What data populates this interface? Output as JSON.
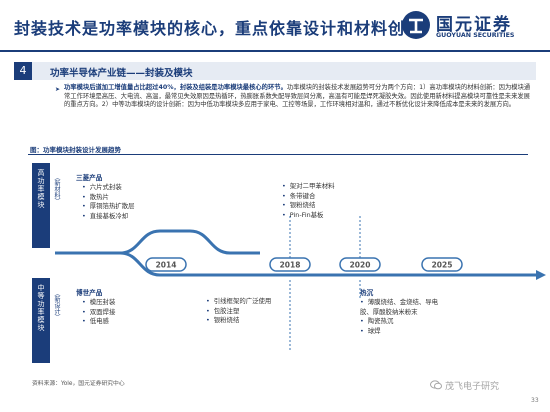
{
  "header": {
    "title": "封装技术是功率模块的核心，重点依靠设计和材料创新",
    "logo_cn": "国元证券",
    "logo_en": "GUOYUAN SECURITIES"
  },
  "section": {
    "number": "4",
    "title": "功率半导体产业链——封装及模块"
  },
  "paragraph": {
    "bold": "功率模块后道加工增值量占比超过40%，封装及组装是功率模块最核心的环节。",
    "text": "功率模块的封装技术发展趋势可分为两个方向：1）高功率模块的材料创新：因为模块通常工作环境是高压、大电流、高温，最常见失效原因是热循环，热膨胀系数失配导致层间分离，高温有可能是焊死凝胶失效。因此使用新材料提高模块可靠性是未来发展的重点方向。2）中等功率模块的设计创新：因为中低功率模块多应用于家电、工控等场景，工作环境相对温和，通过不断优化设计来降低成本是未来的发展方向。"
  },
  "figure": {
    "title": "图：功率模块封装设计发展趋势",
    "band_high": "高功率模块",
    "note_high": "（新材料）",
    "band_mid": "中等功率模块",
    "note_mid": "（新设计）",
    "years": [
      "2014",
      "2018",
      "2020",
      "2025"
    ],
    "groups": {
      "high_a": {
        "title": "三菱产品",
        "items": [
          "六片式封装",
          "散热片",
          "厚铜箔热扩散层",
          "直接基板冷却"
        ]
      },
      "high_b": {
        "items": [
          "架对二甲苯材料",
          "条带键合",
          "银粉烧结",
          "Pin-Fin基板"
        ]
      },
      "mid_a": {
        "title": "博世产品",
        "items": [
          "模压封装",
          "双面焊接",
          "低电感"
        ]
      },
      "mid_b": {
        "items": [
          "引线框架的广泛使用",
          "包胶注塑",
          "银粉烧结"
        ]
      },
      "mid_c": {
        "title": "热沉",
        "items": [
          "薄膜烧结、金烧结、导电胶、厚酸胶纳米粉末",
          "陶瓷热沉",
          "球焊"
        ]
      }
    }
  },
  "footer": {
    "source": "资料来源：Yole，国元证券研究中心",
    "watermark": "茂飞电子研究",
    "page": "33"
  },
  "colors": {
    "primary": "#1b3d7a",
    "timeline": "#3a73b0",
    "band_bg": "#1b3d7a"
  },
  "icons": [
    "guoyuan-logo-icon",
    "timeline-arrow-icon",
    "wechat-icon"
  ]
}
